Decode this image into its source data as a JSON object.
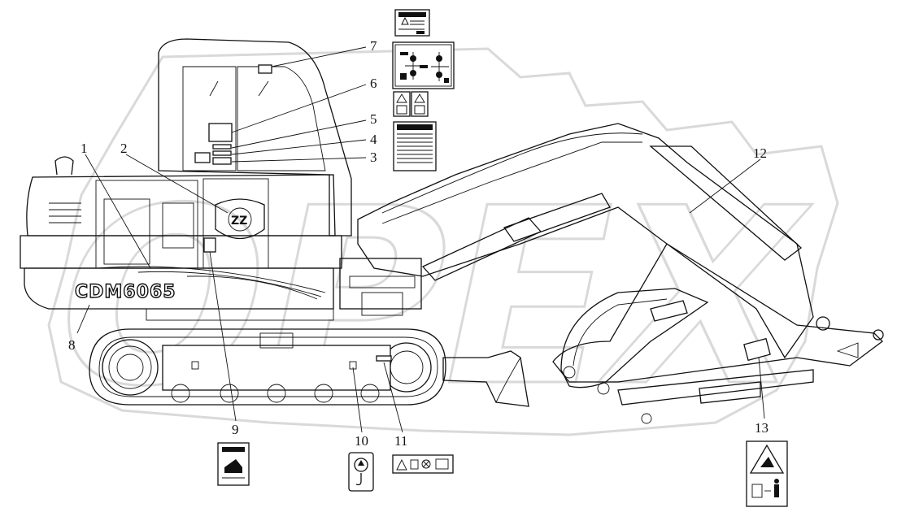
{
  "figure": {
    "model_text": "CDM6065",
    "watermark_text": "OPEX",
    "callouts": [
      "1",
      "2",
      "3",
      "4",
      "5",
      "6",
      "7",
      "8",
      "9",
      "10",
      "11",
      "12",
      "13"
    ]
  },
  "colors": {
    "line": "#111111",
    "watermark": "#d9d9d9",
    "background": "#ffffff"
  },
  "icons": [
    "warning-decal-icon",
    "control-pattern-decal-icon",
    "lifting-hook-icon",
    "crush-hazard-decal-icon",
    "logo-emblem-icon"
  ]
}
